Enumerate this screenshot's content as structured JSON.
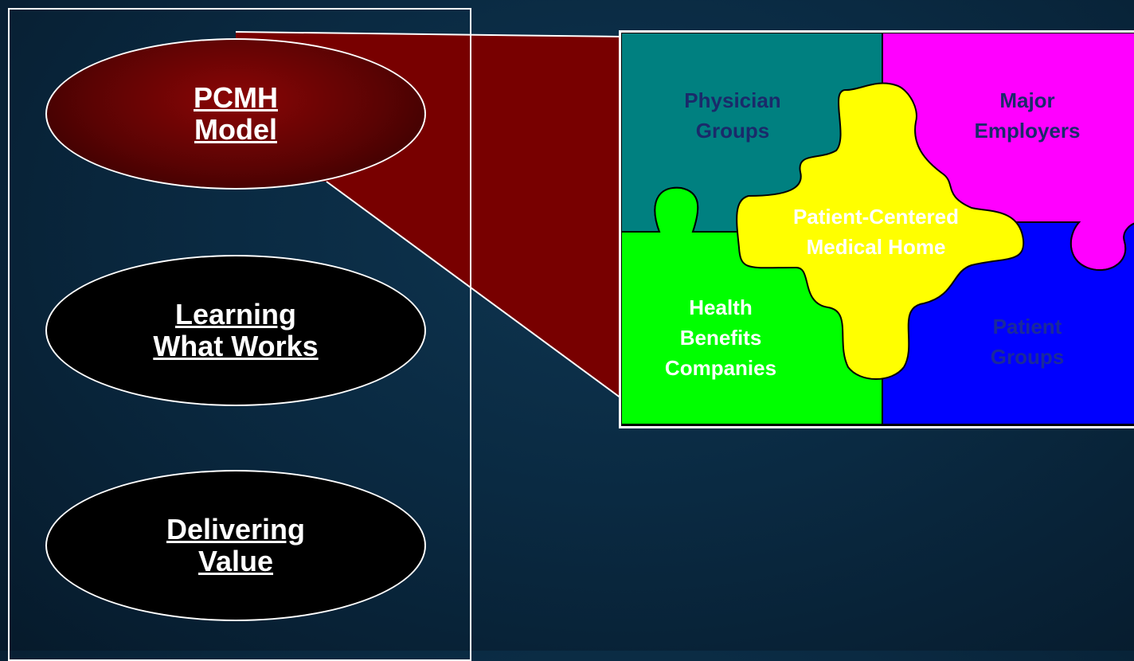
{
  "nav": {
    "items": [
      {
        "label": "PCMH\nModel",
        "active": true
      },
      {
        "label": "Learning\nWhat Works",
        "active": false
      },
      {
        "label": "Delivering\nValue",
        "active": false
      }
    ]
  },
  "puzzle": {
    "pieces": [
      {
        "label": "Physician\nGroups",
        "color": "#008080",
        "text_color": "#1a2a6a"
      },
      {
        "label": "Major\nEmployers",
        "color": "#ff00ff",
        "text_color": "#1a2a6a"
      },
      {
        "label": "Health\nBenefits\nCompanies",
        "color": "#00ff00",
        "text_color": "#ffffff"
      },
      {
        "label": "Patient\nGroups",
        "color": "#0000ff",
        "text_color": "#1a2a9a"
      },
      {
        "label": "Patient-Centered\nMedical Home",
        "color": "#ffff00",
        "text_color": "#ffffff"
      }
    ]
  },
  "colors": {
    "highlight": "#7a0000",
    "outline": "#ffffff"
  }
}
